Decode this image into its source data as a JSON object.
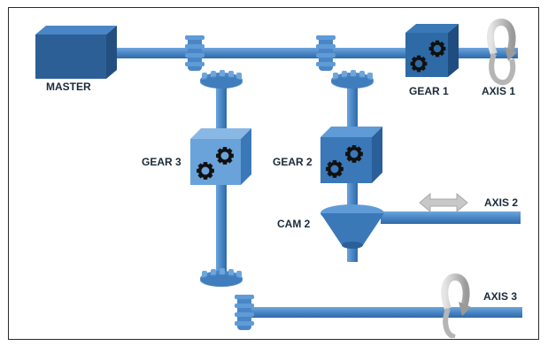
{
  "labels": {
    "master": "MASTER",
    "gear1": "GEAR 1",
    "gear2": "GEAR 2",
    "gear3": "GEAR 3",
    "cam2": "CAM 2",
    "axis1": "AXIS 1",
    "axis2": "AXIS 2",
    "axis3": "AXIS 3"
  },
  "colors": {
    "shaft": "#4a86c5",
    "shaft_dark": "#2f6aa8",
    "block_front": "#3a78b8",
    "block_top": "#5f9bd6",
    "block_side": "#2a5f9a",
    "master_front": "#2d5f97",
    "gear_box_front": "#6aa3da",
    "gear_cog": "#111111",
    "arrow_grey": "#c8c8c8"
  }
}
